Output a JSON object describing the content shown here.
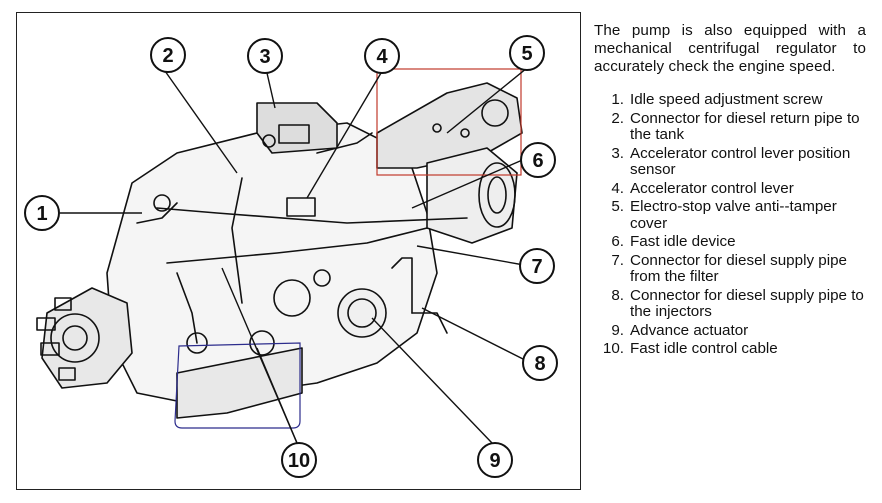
{
  "description": {
    "intro": "The pump is also equipped with a mechanical centrifugal regulator to accurately check the engine speed."
  },
  "callouts": [
    "1",
    "2",
    "3",
    "4",
    "5",
    "6",
    "7",
    "8",
    "9",
    "10"
  ],
  "legend": [
    {
      "num": "1.",
      "text": "Idle speed adjustment screw"
    },
    {
      "num": "2.",
      "text": "Connector for diesel return pipe to the tank"
    },
    {
      "num": "3.",
      "text": "Accelerator control lever position sensor"
    },
    {
      "num": "4.",
      "text": "Accelerator control lever"
    },
    {
      "num": "5.",
      "text": "Electro-stop valve anti--tamper cover"
    },
    {
      "num": "6.",
      "text": "Fast idle device"
    },
    {
      "num": "7.",
      "text": "Connector for diesel supply pipe from the filter"
    },
    {
      "num": "8.",
      "text": "Connector for diesel supply pipe to the injectors"
    },
    {
      "num": "9.",
      "text": "Advance actuator"
    },
    {
      "num": "10.",
      "text": "Fast idle control cable"
    }
  ],
  "colors": {
    "highlight_red": "#c0392b",
    "highlight_blue": "#2c2c8c",
    "ink": "#111111"
  }
}
